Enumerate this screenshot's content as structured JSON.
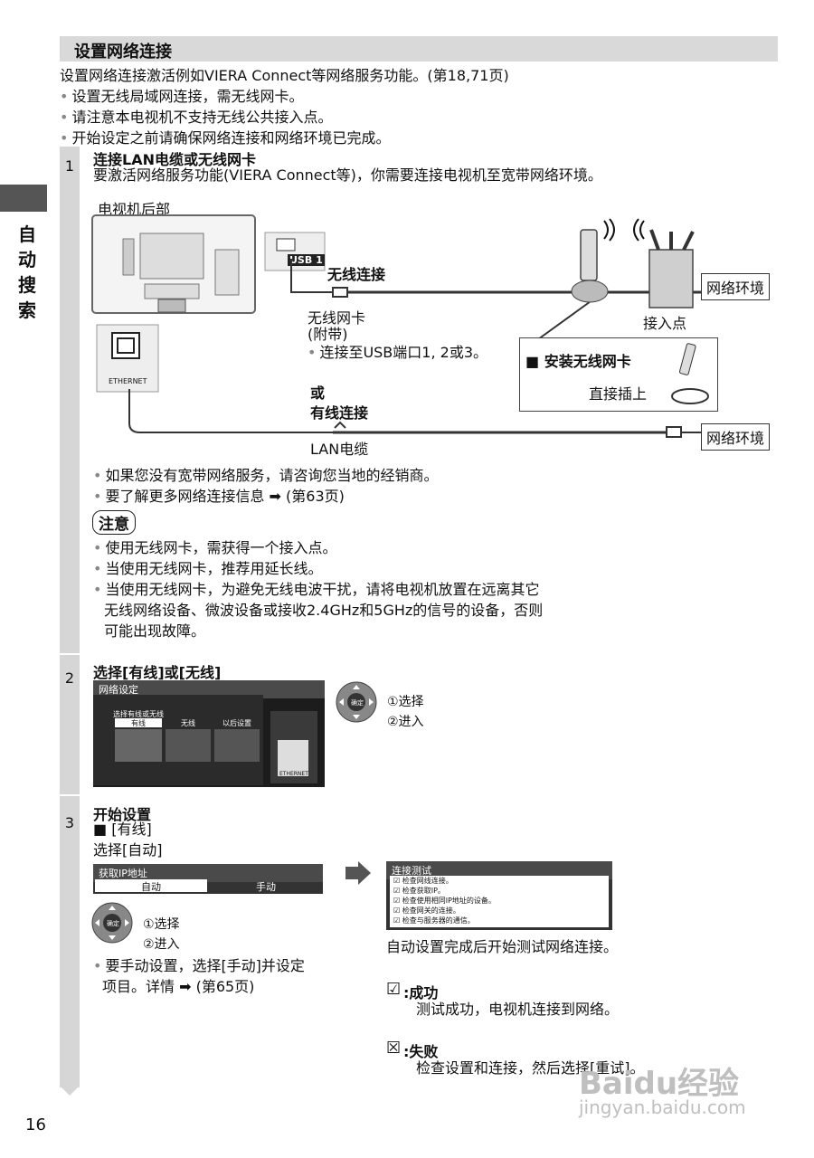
{
  "section": {
    "title": "设置网络连接",
    "intro": "设置网络连接激活例如VIERA Connect等网络服务功能。(第18,71页)",
    "notes": [
      "设置无线局域网连接，需无线网卡。",
      "请注意本电视机不支持无线公共接入点。",
      "开始设定之前请确保网络连接和网络环境已完成。"
    ]
  },
  "side_label": "自动搜索",
  "step1": {
    "num": "1",
    "title": "连接LAN电缆或无线网卡",
    "desc": "要激活网络服务功能(VIERA Connect等)，你需要连接电视机至宽带网络环境。",
    "tv_rear": "电视机后部",
    "wireless_conn": "无线连接",
    "network_env": "网络环境",
    "access_point": "接入点",
    "adapter": "无线网卡",
    "adapter_incl": "(附带)",
    "usb_note": "连接至USB端口1, 2或3。",
    "install_title": "■ 安装无线网卡",
    "install_note": "直接插上",
    "or": "或",
    "wired_conn": "有线连接",
    "lan_cable": "LAN电缆",
    "network_env2": "网络环境",
    "ethernet": "ETHERNET",
    "usb_port": "USB 1",
    "bullets": [
      "如果您没有宽带网络服务，请咨询您当地的经销商。",
      "要了解更多网络连接信息 ➡ (第63页)"
    ],
    "caution_label": "注意",
    "cautions": [
      "使用无线网卡，需获得一个接入点。",
      "当使用无线网卡，推荐用延长线。"
    ],
    "caution3_l1": "当使用无线网卡，为避免无线电波干扰，请将电视机放置在远离其它",
    "caution3_l2": "无线网络设备、微波设备或接收2.4GHz和5GHz的信号的设备，否则",
    "caution3_l3": "可能出现故障。"
  },
  "step2": {
    "num": "2",
    "title": "选择[有线]或[无线]",
    "menu_title": "网络设定",
    "menu_prompt": "选择有线或无线",
    "options": [
      "有线",
      "无线",
      "以后设置"
    ],
    "ethernet": "ETHERNET",
    "ok": "确定",
    "nav1": "①选择",
    "nav2": "②进入"
  },
  "step3": {
    "num": "3",
    "title": "开始设置",
    "wired": "■ [有线]",
    "select_auto": "选择[自动]",
    "ip_title": "获取IP地址",
    "ip_options": [
      "自动",
      "手动"
    ],
    "ok": "确定",
    "nav1": "①选择",
    "nav2": "②进入",
    "manual_l1": "要手动设置，选择[手动]并设定",
    "manual_l2": "项目。详情 ➡ (第65页)",
    "test_title": "连接测试",
    "test_items": [
      "检查网线连接。",
      "检查获取IP。",
      "检查使用相同IP地址的设备。",
      "检查网关的连接。",
      "检查与服务器的通信。"
    ],
    "test_note": "自动设置完成后开始测试网络连接。",
    "success_label": ":成功",
    "success_text": "测试成功，电视机连接到网络。",
    "fail_label": ":失败",
    "fail_text": "检查设置和连接，然后选择[重试]。"
  },
  "page_number": "16",
  "watermark": {
    "brand": "Baidu经验",
    "url": "jingyan.baidu.com"
  },
  "colors": {
    "header_bar": "#d9d9d9",
    "step_bar": "#d6d6d6",
    "side_tab": "#555555"
  }
}
